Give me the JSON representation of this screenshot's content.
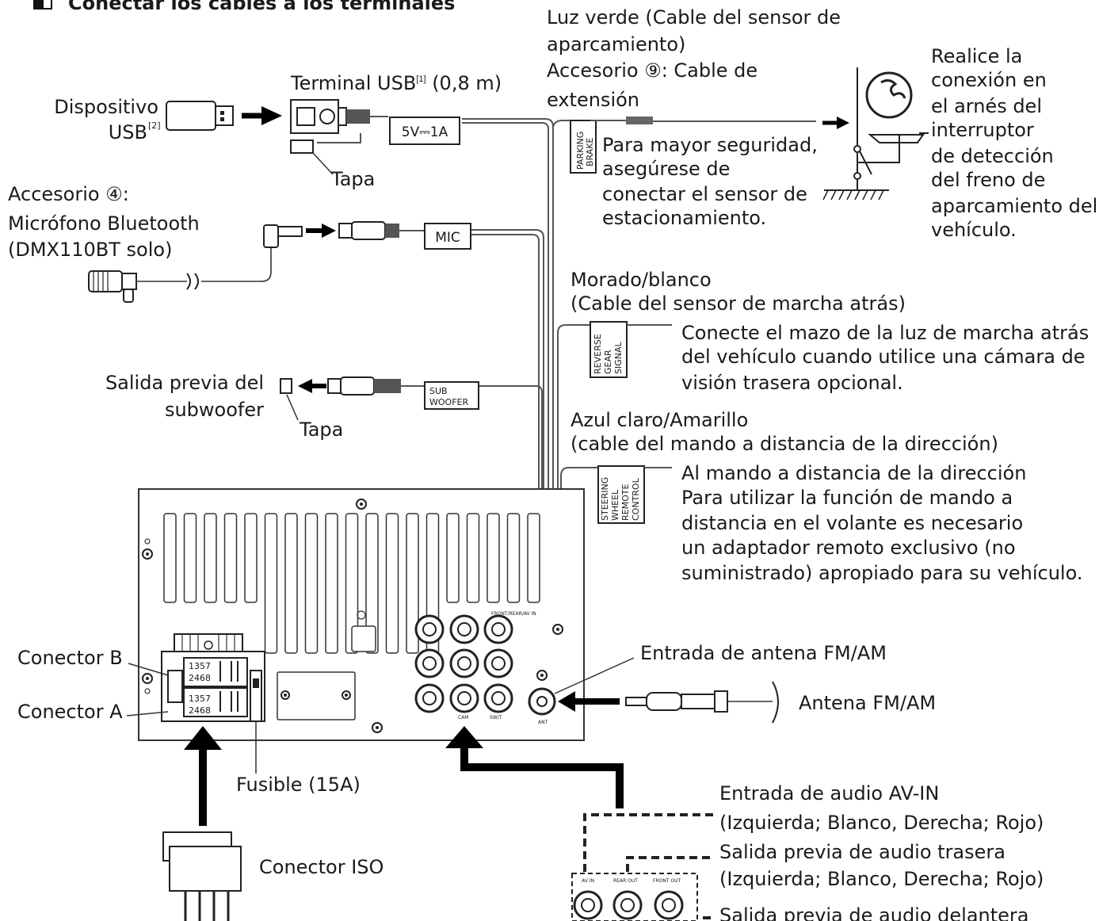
{
  "section_title": "Conectar los cables a los terminales",
  "usb_device": {
    "line1": "Dispositivo",
    "line2": "USB",
    "sup": "[2]"
  },
  "usb_terminal": {
    "label": "Terminal USB",
    "sup": "[1]",
    "length": " (0,8 m)",
    "cover": "Tapa",
    "rating": "5V⎓1A"
  },
  "parking": {
    "wire_color": [
      "Luz verde (Cable del sensor de",
      "aparcamiento)",
      "Accesorio ⑨: Cable de",
      "extensión"
    ],
    "tag": [
      "PARKING",
      "BRAKE"
    ],
    "safety_note": [
      "Para mayor seguridad,",
      "asegúrese de",
      "conectar el sensor de",
      "estacionamiento."
    ],
    "vehicle_note": [
      "Realice la",
      "conexión en",
      "el arnés del",
      "interruptor",
      "de detección",
      "del freno de",
      "aparcamiento del",
      "vehículo."
    ]
  },
  "microphone": {
    "lines": [
      "Accesorio ④:",
      "Micrófono Bluetooth",
      "(DMX110BT solo)"
    ],
    "tag": "MIC"
  },
  "reverse": {
    "wire_color": [
      "Morado/blanco",
      "(Cable del sensor de marcha atrás)"
    ],
    "tag": [
      "REVERSE",
      "GEAR",
      "SIGNAL"
    ],
    "note": [
      "Conecte el mazo de la luz de marcha atrás",
      "del vehículo cuando utilice una cámara de",
      "visión trasera opcional."
    ]
  },
  "subwoofer": {
    "lines": [
      "Salida previa del",
      "subwoofer"
    ],
    "cover": "Tapa",
    "tag": [
      "SUB",
      "WOOFER"
    ]
  },
  "steering": {
    "wire_color": [
      "Azul claro/Amarillo",
      "(cable del mando a distancia de la dirección)"
    ],
    "tag": [
      "STEERING",
      "WHEEL",
      "REMOTE",
      "CONTROL"
    ],
    "note": [
      "Al mando a distancia de la dirección",
      "Para utilizar la función de mando a",
      "distancia en el volante es necesario",
      "un adaptador remoto exclusivo (no",
      "suministrado) apropiado para su vehículo."
    ]
  },
  "unit": {
    "connector_b": "Conector B",
    "connector_a": "Conector A",
    "pins_top": "1357",
    "pins_bottom": "2468",
    "fuse": "Fusible (15A)",
    "iso": "Conector ISO",
    "rca_header": "FRONT/REAR/AV IN",
    "rca_footer": [
      "CAM",
      "SW/T"
    ],
    "ant_small": "ANT"
  },
  "antenna": {
    "input": "Entrada de antena FM/AM",
    "antenna": "Antena FM/AM"
  },
  "audio": {
    "av_in": [
      "Entrada de audio AV-IN",
      "(Izquierda; Blanco, Derecha; Rojo)"
    ],
    "rear_out": [
      "Salida previa de audio trasera",
      "(Izquierda; Blanco, Derecha; Rojo)"
    ],
    "front_out": "Salida previa de audio delantera",
    "jack_labels": [
      "AV IN",
      "REAR OUT",
      "FRONT OUT"
    ]
  }
}
